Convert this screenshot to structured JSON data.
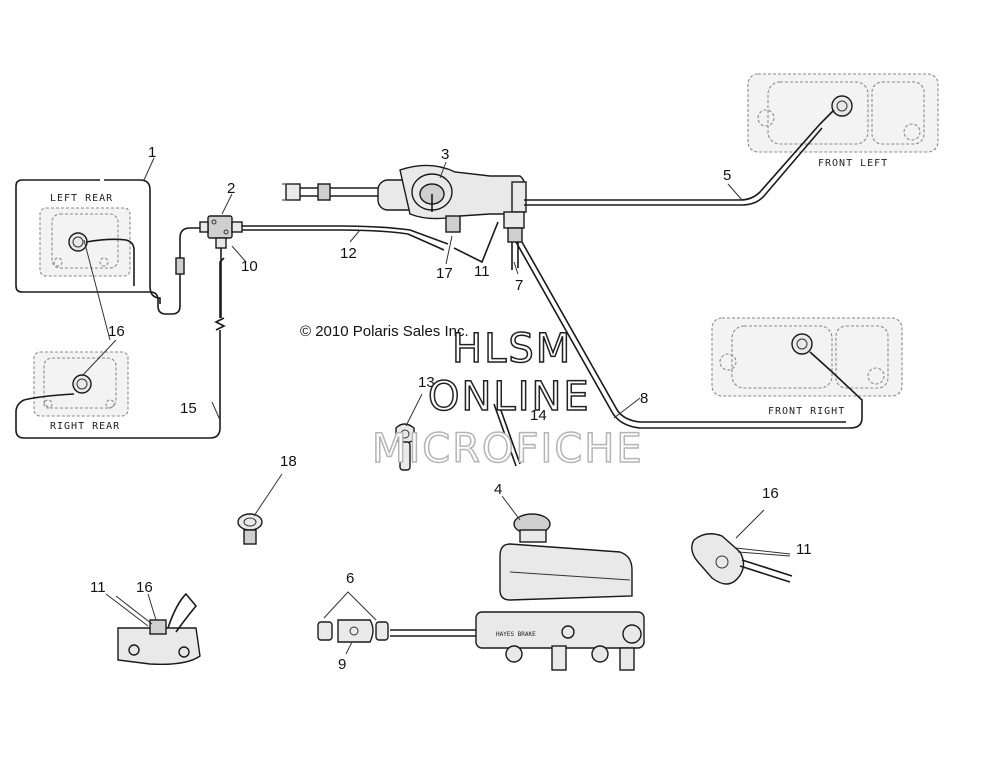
{
  "copyright": "© 2010 Polaris Sales Inc.",
  "watermark": {
    "line1": "HLSM",
    "line2": "ONLINE",
    "line3": "MICROFICHE"
  },
  "corner_labels": {
    "left_rear": "LEFT REAR",
    "right_rear": "RIGHT REAR",
    "front_left": "FRONT LEFT",
    "front_right": "FRONT RIGHT"
  },
  "master_cylinder_marking": "HAYES BRAKE",
  "callouts": {
    "c1": "1",
    "c2": "2",
    "c3": "3",
    "c4": "4",
    "c5": "5",
    "c6": "6",
    "c7": "7",
    "c8": "8",
    "c9": "9",
    "c10": "10",
    "c11a": "11",
    "c11b": "11",
    "c11c": "11",
    "c12": "12",
    "c13": "13",
    "c14": "14",
    "c15": "15",
    "c16a": "16",
    "c16b": "16",
    "c16c": "16",
    "c17": "17",
    "c18": "18"
  },
  "colors": {
    "ink": "#1a1a1a",
    "ghost": "#8a8a8a",
    "watermark_gray": "#b5b5b5"
  }
}
